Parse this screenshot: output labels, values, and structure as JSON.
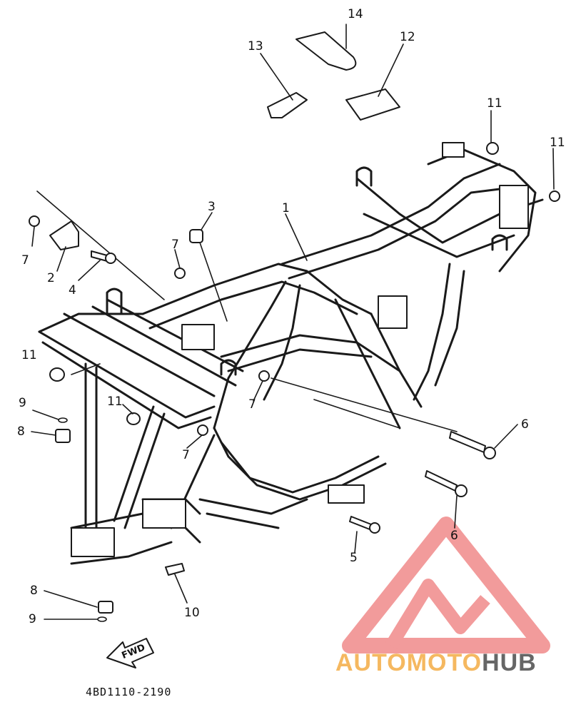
{
  "diagram": {
    "drawing_code": "4BD1110-2190",
    "fwd_label": "FWD",
    "callouts": [
      {
        "id": "c1",
        "label": "1"
      },
      {
        "id": "c2",
        "label": "2"
      },
      {
        "id": "c3",
        "label": "3"
      },
      {
        "id": "c4",
        "label": "4"
      },
      {
        "id": "c5",
        "label": "5"
      },
      {
        "id": "c6a",
        "label": "6"
      },
      {
        "id": "c6b",
        "label": "6"
      },
      {
        "id": "c7a",
        "label": "7"
      },
      {
        "id": "c7b",
        "label": "7"
      },
      {
        "id": "c7c",
        "label": "7"
      },
      {
        "id": "c7d",
        "label": "7"
      },
      {
        "id": "c8a",
        "label": "8"
      },
      {
        "id": "c8b",
        "label": "8"
      },
      {
        "id": "c9a",
        "label": "9"
      },
      {
        "id": "c9b",
        "label": "9"
      },
      {
        "id": "c10",
        "label": "10"
      },
      {
        "id": "c11a",
        "label": "11"
      },
      {
        "id": "c11b",
        "label": "11"
      },
      {
        "id": "c11c",
        "label": "11"
      },
      {
        "id": "c11d",
        "label": "11"
      },
      {
        "id": "c12",
        "label": "12"
      },
      {
        "id": "c13",
        "label": "13"
      },
      {
        "id": "c14",
        "label": "14"
      }
    ]
  },
  "watermark": {
    "text_part1": "AUTOMOTO",
    "text_part2": "HUB",
    "color_primary": "#f08a8a",
    "color_accent": "#f5b860",
    "color_dark": "#666666"
  }
}
